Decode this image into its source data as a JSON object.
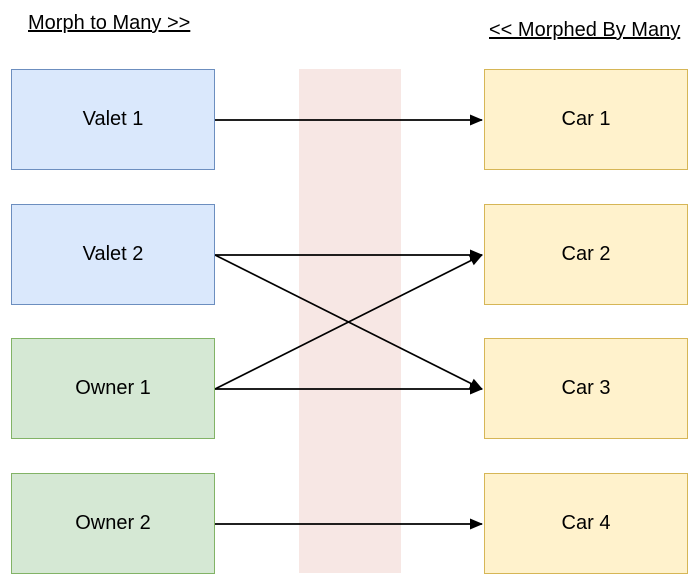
{
  "titles": {
    "left": "Morph to Many >>",
    "right": "<< Morphed By Many"
  },
  "nodes": [
    {
      "id": "valet-1",
      "label": "Valet 1",
      "type": "valet",
      "column": "left",
      "row": 0
    },
    {
      "id": "valet-2",
      "label": "Valet 2",
      "type": "valet",
      "column": "left",
      "row": 1
    },
    {
      "id": "owner-1",
      "label": "Owner 1",
      "type": "owner",
      "column": "left",
      "row": 2
    },
    {
      "id": "owner-2",
      "label": "Owner 2",
      "type": "owner",
      "column": "left",
      "row": 3
    },
    {
      "id": "car-1",
      "label": "Car 1",
      "type": "car",
      "column": "right",
      "row": 0
    },
    {
      "id": "car-2",
      "label": "Car 2",
      "type": "car",
      "column": "right",
      "row": 1
    },
    {
      "id": "car-3",
      "label": "Car 3",
      "type": "car",
      "column": "right",
      "row": 2
    },
    {
      "id": "car-4",
      "label": "Car 4",
      "type": "car",
      "column": "right",
      "row": 3
    }
  ],
  "edges": [
    {
      "from": "valet-1",
      "to": "car-1"
    },
    {
      "from": "valet-2",
      "to": "car-2"
    },
    {
      "from": "valet-2",
      "to": "car-3"
    },
    {
      "from": "owner-1",
      "to": "car-2"
    },
    {
      "from": "owner-1",
      "to": "car-3"
    },
    {
      "from": "owner-2",
      "to": "car-4"
    }
  ],
  "colors": {
    "valet_fill": "#dae8fc",
    "valet_stroke": "#6c8ebf",
    "owner_fill": "#d5e8d4",
    "owner_stroke": "#82b366",
    "car_fill": "#fff2cc",
    "car_stroke": "#d6b656",
    "band_fill": "#f7e7e4",
    "edge_stroke": "#000000",
    "text_color": "#000000"
  }
}
